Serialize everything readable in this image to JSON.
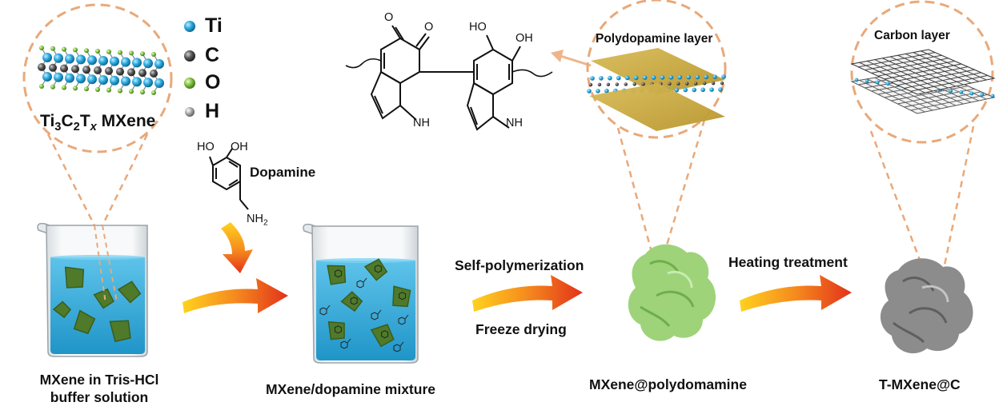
{
  "legend": {
    "items": [
      {
        "label": "Ti",
        "color": "#29a8dd"
      },
      {
        "label": "C",
        "color": "#444444"
      },
      {
        "label": "O",
        "color": "#7fbf3f"
      },
      {
        "label": "H",
        "color": "#9a9a9a"
      }
    ]
  },
  "zoom_mxene": {
    "title_prefix": "Ti",
    "title_sub1": "3",
    "title_mid": "C",
    "title_sub2": "2",
    "title_mid2": "T",
    "title_sub3": "x",
    "title_suffix": " MXene"
  },
  "dopamine": {
    "name": "Dopamine",
    "oh1": "HO",
    "oh2": "OH",
    "nh2": "NH",
    "nh2_sub": "2"
  },
  "polydopamine_structure": {
    "o1": "O",
    "o2": "O",
    "ho": "HO",
    "oh": "OH",
    "nh_left": "NH",
    "nh_right": "NH"
  },
  "zoom_pda": {
    "title": "Polydopamine  layer"
  },
  "zoom_carbon": {
    "title": "Carbon layer"
  },
  "steps": {
    "polymerization": "Self-polymerization",
    "freeze": "Freeze drying",
    "heating": "Heating treatment"
  },
  "captions": {
    "stage1_line1": "MXene in Tris-HCl",
    "stage1_line2": "buffer solution",
    "stage2": "MXene/dopamine mixture",
    "stage3": "MXene@polydomamine",
    "stage4": "T-MXene@C"
  },
  "colors": {
    "water": "#2fa9d6",
    "flake": "#4f7a2a",
    "pda_product": "#9ed37a",
    "carbon_product": "#8c8c8c",
    "arrow_start": "#ffd21f",
    "arrow_end": "#e2321a",
    "dashed_circle": "#e8a97a",
    "pda_sheet": "#c9a63a"
  }
}
